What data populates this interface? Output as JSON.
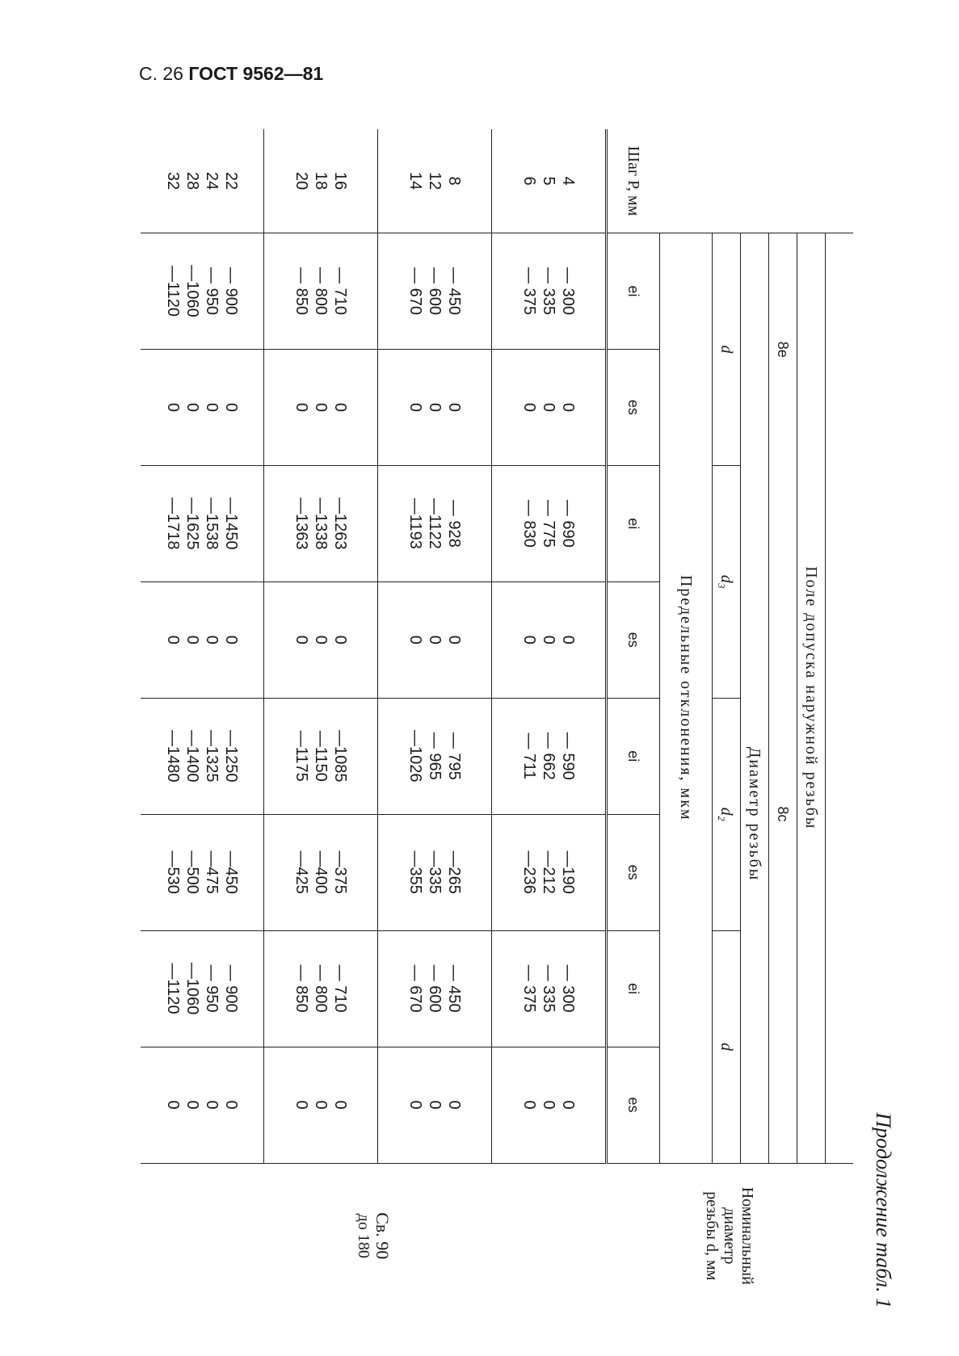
{
  "header": {
    "page": "С. 26",
    "standard": "ГОСТ 9562—81"
  },
  "caption": "Продолжение табл. 1",
  "table": {
    "col_nominal": "Номинальный диаметр резьбы d, мм",
    "col_pitch": "Шаг P, мм",
    "field": "Поле допуска наружной резьбы",
    "tol_8c": "8c",
    "tol_8e": "8e",
    "diameter": "Диаметр резьбы",
    "d": "d",
    "d2": "d₂",
    "d3": "d₃",
    "deviations": "Предельные отклонения, мкм",
    "es": "es",
    "ei": "ei",
    "nominal_range_1": "Св. 90",
    "nominal_range_2": "до 180",
    "groups": [
      {
        "pitch": [
          "4",
          "5",
          "6"
        ],
        "c_d_es": [
          "0",
          "0",
          "0"
        ],
        "c_d_ei": [
          "— 300",
          "— 335",
          "— 375"
        ],
        "c_d2_es": [
          "—190",
          "—212",
          "—236"
        ],
        "c_d2_ei": [
          "— 590",
          "— 662",
          "— 711"
        ],
        "c_d3_es": [
          "0",
          "0",
          "0"
        ],
        "c_d3_ei": [
          "— 690",
          "— 775",
          "— 830"
        ],
        "e_d_es": [
          "0",
          "0",
          "0"
        ],
        "e_d_ei": [
          "— 300",
          "— 335",
          "— 375"
        ]
      },
      {
        "pitch": [
          "8",
          "12",
          "14"
        ],
        "c_d_es": [
          "0",
          "0",
          "0"
        ],
        "c_d_ei": [
          "— 450",
          "— 600",
          "— 670"
        ],
        "c_d2_es": [
          "—265",
          "—335",
          "—355"
        ],
        "c_d2_ei": [
          "— 795",
          "— 965",
          "—1026"
        ],
        "c_d3_es": [
          "0",
          "0",
          "0"
        ],
        "c_d3_ei": [
          "— 928",
          "—1122",
          "—1193"
        ],
        "e_d_es": [
          "0",
          "0",
          "0"
        ],
        "e_d_ei": [
          "— 450",
          "— 600",
          "— 670"
        ]
      },
      {
        "pitch": [
          "16",
          "18",
          "20"
        ],
        "c_d_es": [
          "0",
          "0",
          "0"
        ],
        "c_d_ei": [
          "— 710",
          "— 800",
          "— 850"
        ],
        "c_d2_es": [
          "—375",
          "—400",
          "—425"
        ],
        "c_d2_ei": [
          "—1085",
          "—1150",
          "—1175"
        ],
        "c_d3_es": [
          "0",
          "0",
          "0"
        ],
        "c_d3_ei": [
          "—1263",
          "—1338",
          "—1363"
        ],
        "e_d_es": [
          "0",
          "0",
          "0"
        ],
        "e_d_ei": [
          "— 710",
          "— 800",
          "— 850"
        ]
      },
      {
        "pitch": [
          "22",
          "24",
          "28",
          "32"
        ],
        "c_d_es": [
          "0",
          "0",
          "0",
          "0"
        ],
        "c_d_ei": [
          "— 900",
          "— 950",
          "—1060",
          "—1120"
        ],
        "c_d2_es": [
          "—450",
          "—475",
          "—500",
          "—530"
        ],
        "c_d2_ei": [
          "—1250",
          "—1325",
          "—1400",
          "—1480"
        ],
        "c_d3_es": [
          "0",
          "0",
          "0",
          "0"
        ],
        "c_d3_ei": [
          "—1450",
          "—1538",
          "—1625",
          "—1718"
        ],
        "e_d_es": [
          "0",
          "0",
          "0",
          "0"
        ],
        "e_d_ei": [
          "— 900",
          "— 950",
          "—1060",
          "—1120"
        ]
      }
    ]
  }
}
